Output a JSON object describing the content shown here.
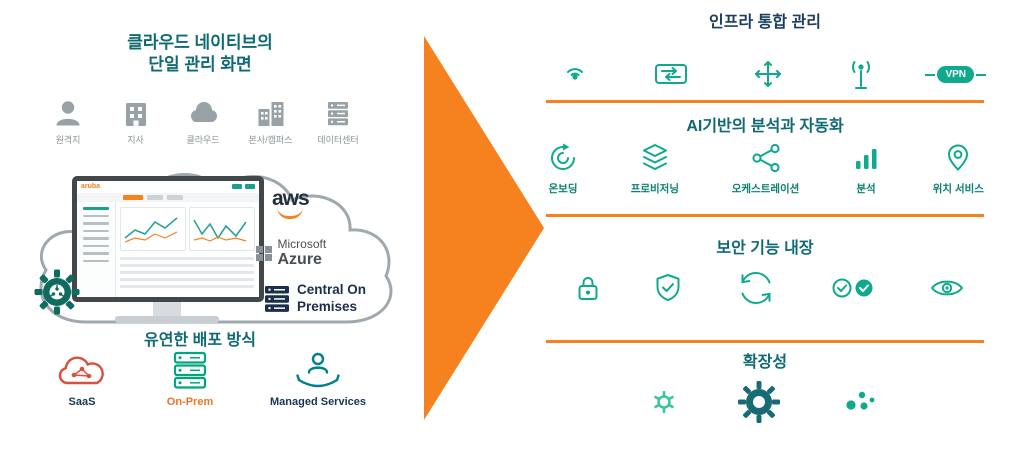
{
  "colors": {
    "orange": "#F5821F",
    "teal": "#0FA98E",
    "dark_teal": "#0F6A74",
    "navy": "#1C3E5E",
    "gray": "#8a9499"
  },
  "left": {
    "title_line1": "클라우드 네이티브의",
    "title_line2": "단일 관리 화면",
    "locations": [
      {
        "label": "원격지",
        "icon": "remote-user-icon"
      },
      {
        "label": "지사",
        "icon": "branch-building-icon"
      },
      {
        "label": "클라우드",
        "icon": "cloud-icon"
      },
      {
        "label": "본사/캠퍼스",
        "icon": "campus-building-icon"
      },
      {
        "label": "데이터센터",
        "icon": "datacenter-icon"
      }
    ],
    "monitor": {
      "logo": "aruba"
    },
    "badges": {
      "aws": "aws",
      "microsoft": "Microsoft",
      "azure": "Azure",
      "central_line1": "Central On",
      "central_line2": "Premises"
    },
    "deploy_title": "유연한 배포 방식",
    "deploy": [
      {
        "label": "SaaS",
        "icon": "saas-cloud-icon"
      },
      {
        "label": "On-Prem",
        "icon": "onprem-server-icon"
      },
      {
        "label": "Managed Services",
        "icon": "managed-services-icon"
      }
    ]
  },
  "right": {
    "sections": [
      {
        "title": "인프라 통합 관리",
        "icons": [
          "wifi-ap-icon",
          "switch-icon",
          "gateway-icon",
          "antenna-icon",
          "vpn-icon"
        ],
        "vpn_label": "VPN"
      },
      {
        "title": "AI기반의 분석과 자동화",
        "items": [
          {
            "label": "온보딩",
            "icon": "onboarding-icon"
          },
          {
            "label": "프로비저닝",
            "icon": "provisioning-icon"
          },
          {
            "label": "오케스트레이션",
            "icon": "orchestration-icon"
          },
          {
            "label": "분석",
            "icon": "analytics-icon"
          },
          {
            "label": "위치 서비스",
            "icon": "location-pin-icon"
          }
        ]
      },
      {
        "title": "보안 기능 내장",
        "icons": [
          "lock-icon",
          "shield-check-icon",
          "sync-arrows-icon",
          "verified-checks-icon",
          "eye-icon"
        ]
      },
      {
        "title": "확장성",
        "icons": [
          "small-gear-icon",
          "large-gear-icon",
          "cluster-dots-icon"
        ]
      }
    ]
  }
}
